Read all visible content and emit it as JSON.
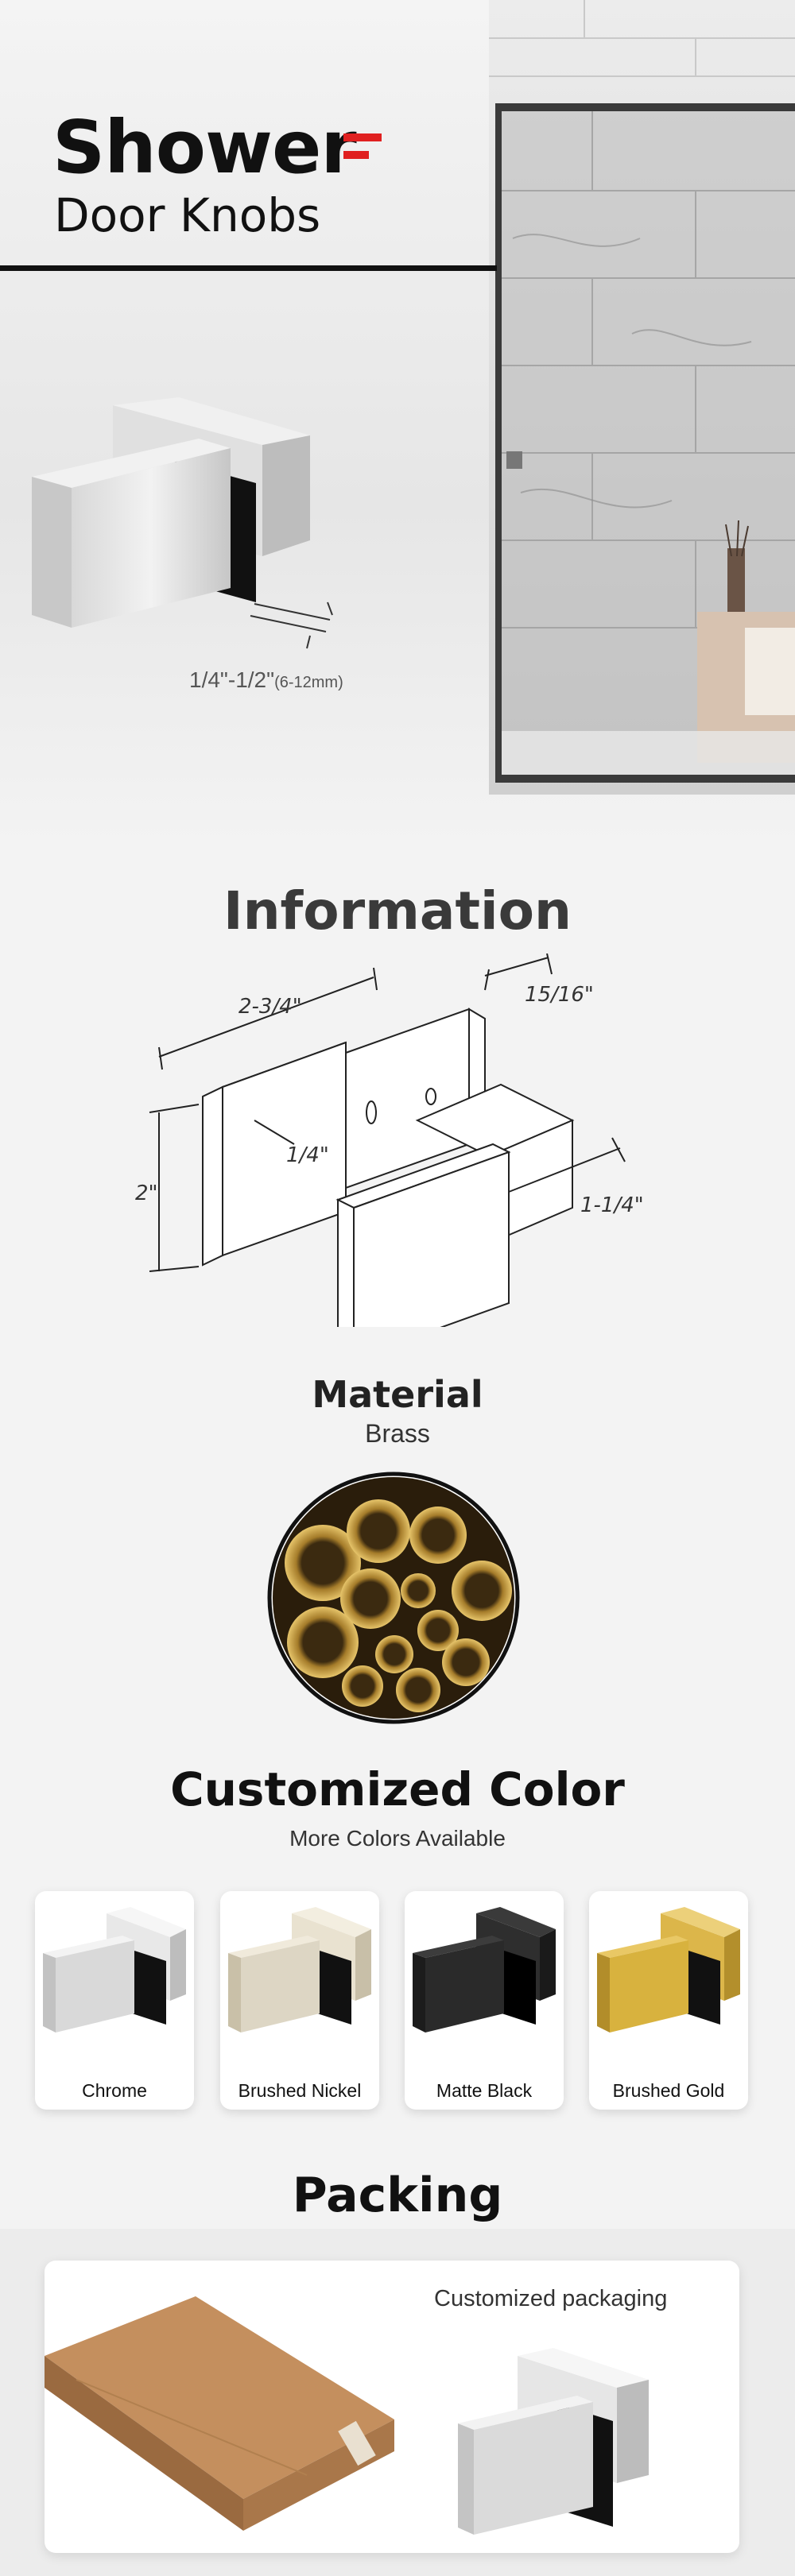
{
  "hero": {
    "title": "Shower",
    "subtitle": "Door Knobs",
    "thickness_label": "1/4\"-1/2\"",
    "thickness_metric": "(6-12mm)",
    "accent_color": "#e02020"
  },
  "information": {
    "title": "Information",
    "dimensions": {
      "width": "2-3/4\"",
      "depth": "15/16\"",
      "plate": "1/4\"",
      "height": "2\"",
      "inner": "1-1/4\""
    }
  },
  "material": {
    "title": "Material",
    "value": "Brass"
  },
  "colors": {
    "title": "Customized Color",
    "subtitle": "More Colors Available",
    "options": [
      {
        "label": "Chrome",
        "swatch": "#d9d9d9"
      },
      {
        "label": "Brushed Nickel",
        "swatch": "#ddd6c4"
      },
      {
        "label": "Matte Black",
        "swatch": "#2a2a2a"
      },
      {
        "label": "Brushed Gold",
        "swatch": "#d8b23e"
      }
    ]
  },
  "packing": {
    "title": "Packing",
    "label": "Customized packaging",
    "box_color": "#b07d52"
  }
}
